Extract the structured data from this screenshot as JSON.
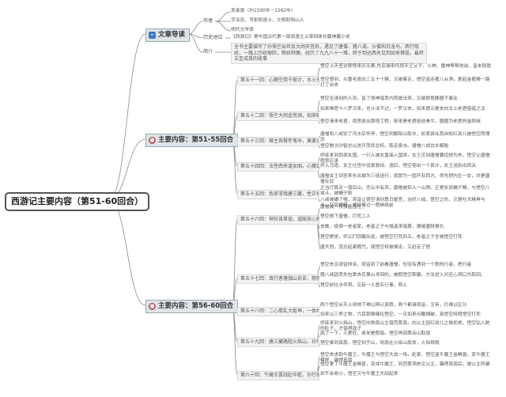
{
  "root": "西游记主要内容（第51-60回合）",
  "section_guide": "文章导读",
  "guide": {
    "author_label": "作者",
    "author_items": [
      "吴承恩（约1500年－1582年）",
      "字汝忠，号射阳居士，文明射阳山人",
      "明代文学家"
    ],
    "status_label": "历史地位",
    "status_text": "《西游记》是中国古代第一部浪漫主义章回体长篇神魔小说",
    "intro_label": "简介",
    "intro_text": "全书主要描写了孙悟空出世及大闹天宫后，遇见了唐僧、猪八戒、沙僧和白龙马，西行取经，一路上历经艰险，降妖除魔，经历了九九八十一难，终于到达西天见到如来佛祖，最终五圣成真的故事"
  },
  "section_a": "主要内容：第51-55回合",
  "section_b": "主要内容：第56-60回合",
  "chapters_a": [
    {
      "title": "第五十一回：心猿空用千般计，水火无功难炼魔",
      "leaves": [
        "悟空上天查访那怪来历无果,先后请来托塔天王父子、火神、雷神等帮他战，皆未取胜",
        "悟空想到，众雷毛瓷出三五十个猴，又被套走，悟空盗走猪八从洞，更起金箍棒一路打了出去"
      ]
    },
    {
      "title": "第五十二回：悟空大闹金兜洞，如来暗示主人公",
      "leaves": [
        "悟空至请到的人员，皆了他神暗丢内而遁法来，又被那怪搬圈子套走",
        "如来佛差十八罗汉来，也斗法不过，一罗汉去，如来提示是去向太上老君借借之法",
        "悟空请来老君，雨思原出那怪工程，原来是老君座前青牛，圆圈为老君的金刚琢"
      ]
    },
    {
      "title": "第五十三回：禅主吞餐怀鬼孕，黄婆运水解邪胎",
      "leaves": [
        "唐僧和八戒饮了河水后怀孕，悟空到解阳山取水，如意真仙其自知红孩儿被悟空而埋怨",
        "悟空数次孙智总以进开而伏忿机，取走泉水。唐僧八戒饮水解胎"
      ]
    },
    {
      "title": "第五十四回：法性西来逢女国，心猿定计脱烟花",
      "leaves": [
        "师徒来到西梁女国，一行人被女皇接入国境，女王见到唐僧要招他为夫。悟空让唐僧假意应承",
        "师入马道，女王仕宫中设宴款待。酒后，悟空使出一个真计，女王送别出西关",
        "唐僧女王到宫来东出城为三徒送行，就那为一国开双西方。师先把内生一女，并是唐僧反驳"
      ]
    },
    {
      "title": "第五十五回：色邪淫戏唐三藏，性正修持不坏身",
      "leaves": [
        "正当打算走一道后山，怎么中有风，唐僧被掠入一山洞。正是女妖蝎子精，与悟空八戒斗，被蝎子刺",
        "八戒被蝎了噬，观音让悟空请到昴日星官，治好八戒。悟空之伤，又是吐大精再与斗，打死蝎精。师徒再过一程继续前"
      ]
    }
  ],
  "chapters_b": [
    {
      "title": "第五十六回：神狂诛草寇，道昧放心猿",
      "leaves": [
        "唐僧被一伙强盗围住了",
        "悟空救下唐僧，打死二人",
        "去晚，投宿一老者家，老者之子与强盗来暗算，便被唐财报仇",
        "悟空察觉，师父们惊醒出逃，被悟空打死四五，老者之子全被悟空打死",
        "唐大怒，其念起紧箍咒，使悟空将被撵走，又赶走了悟"
      ]
    },
    {
      "title": "第五十七回：真行者落伽山诉苦，假猴王水帘洞誊文",
      "leaves": [
        "悟空去见观音倾诉，观音到了前看唐僧，但没有遇到一个假的行者，把行者",
        "猪八戒因丢失包裹去花果山寻回的，被假悟空欺骗，方法进入对应心洞口为取回。",
        "悟空前往水帘洞，见有一人冒名行事，两人"
      ]
    },
    {
      "title": "第五十八回：二心搅乱大乾坤，一体难修真寂灭",
      "leaves": [
        "两个悟空从天上到地下难以辨认真假，两个都请观音，玉帝，仍难以区分",
        "如来以三界之物，六耳猕猴偏化悟空，一见如来点醒揭破，真悟空将假悟空打死"
      ]
    },
    {
      "title": "第五十九回：唐三藏路阻火焰山，孙行者一调芭蕉扇",
      "leaves": [
        "师徒来到火焰山，悟空向铁扇公主借芭蕉扇，向公主因红孩儿之故拒绝，悟空钻入她的肚子，才借得扇子",
        "扇了一下，火更旺，原来是假扇。悟空再回翠云山取扇",
        "悟空拿到真扇，悟空到于山，将扇在火焰山扇去，火焰顿熄"
      ]
    },
    {
      "title": "第六十回：牛魔王罢战赴华筵，孙行者二调芭蕉扇",
      "leaves": [
        "悟空去求助牛魔王，牛魔王与悟空大战一场，赴宴，悟空盗牛魔王金睛兽，变牛魔王模样，骗得真扇",
        "悟空拿了牛魔王金睛兽，变成牛魔王，到芭蕉洞去见公主，骗得真扇后，被公主所骗",
        "却不会收小，悟空又与牛魔王大战起来"
      ]
    }
  ]
}
